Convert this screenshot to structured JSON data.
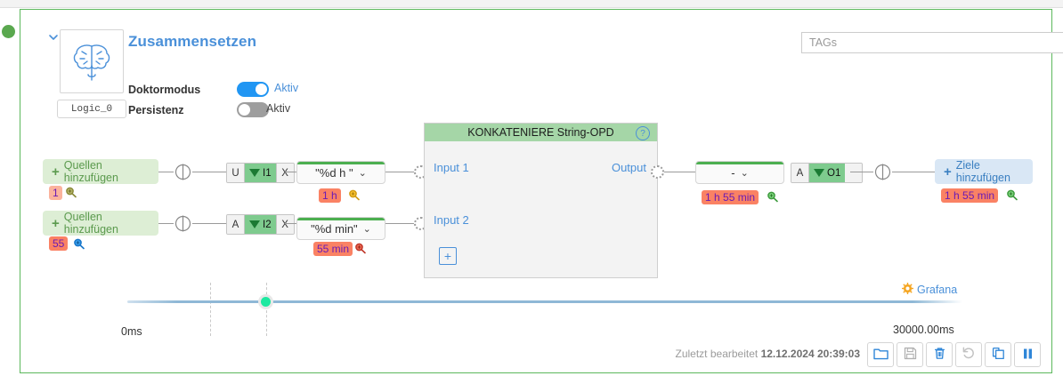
{
  "window": {
    "title": "Zusammensetzen"
  },
  "header": {
    "node_icon": "brain-icon",
    "node_id": "Logic_0",
    "title": "Zusammensetzen",
    "properties": [
      {
        "label": "Doktormodus",
        "state_label": "Aktiv",
        "enabled": true
      },
      {
        "label": "Persistenz",
        "state_label": "Aktiv",
        "enabled": false
      }
    ],
    "tags_field": {
      "placeholder": "TAGs",
      "value": ""
    }
  },
  "sources": [
    {
      "add_label": "Quellen hinzufügen",
      "value_badge": "1",
      "chip": {
        "left": "U",
        "name": "I1",
        "right": "X"
      },
      "format_select": "\"%d h \"",
      "format_badge": "1 h"
    },
    {
      "add_label": "Quellen hinzufügen",
      "value_badge": "55",
      "chip": {
        "left": "A",
        "name": "I2",
        "right": "X"
      },
      "format_select": "\"%d min\"",
      "format_badge": "55 min"
    }
  ],
  "function_block": {
    "title": "KONKATENIERE String-OPD",
    "help": "?",
    "inputs": [
      "Input 1",
      "Input 2"
    ],
    "output": "Output",
    "add_input": "+"
  },
  "target": {
    "result_select": "-",
    "result_badge": "1 h 55 min",
    "chip": {
      "left": "A",
      "name": "O1"
    },
    "add_label": "Ziele hinzufügen",
    "target_badge": "1 h 55 min"
  },
  "timeline": {
    "start_label": "0ms",
    "end_label": "30000.00ms",
    "grafana_label": "Grafana"
  },
  "footer": {
    "last_edited_label": "Zuletzt bearbeitet",
    "last_edited_value": "12.12.2024 20:39:03",
    "actions": [
      {
        "name": "open-folder-button",
        "icon": "folder-icon"
      },
      {
        "name": "save-button",
        "icon": "floppy-disk-icon"
      },
      {
        "name": "delete-button",
        "icon": "trash-icon"
      },
      {
        "name": "undo-button",
        "icon": "undo-arrow-icon"
      },
      {
        "name": "copy-button",
        "icon": "copy-icon"
      },
      {
        "name": "pause-button",
        "icon": "pause-icon"
      }
    ]
  },
  "colors": {
    "accent_blue": "#4a90d9",
    "border_green": "#5cb85c",
    "badge_light": "#fbb39d",
    "badge_strong": "#fa8264",
    "badge_text": "#6a1bb5",
    "switch_on": "#2196f3",
    "switch_off": "#9e9e9e",
    "block_header": "#a5d6a7"
  }
}
